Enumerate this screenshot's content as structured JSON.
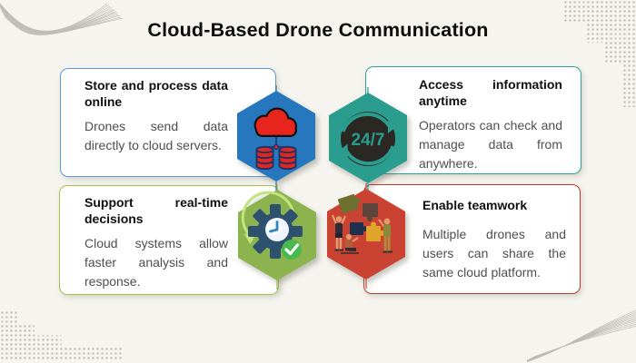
{
  "page": {
    "title": "Cloud-Based Drone Communication",
    "background": "#f5f4ee",
    "title_color": "#0d0d0d"
  },
  "text_colors": {
    "card_title": "#101010",
    "card_body": "#4f4f4f"
  },
  "cards": [
    {
      "title": "Store and process data online",
      "body": "Drones send data directly to cloud servers.",
      "icon": "cloud-database-icon",
      "colors": {
        "border": "#5b9bd1",
        "hex": "#2677bd",
        "accent": "#e8251d",
        "outline": "#14366b"
      }
    },
    {
      "title": "Access information anytime",
      "body": "Operators can check and manage data from anywhere.",
      "icon": "always-on-24-7-icon",
      "icon_text": "24/7",
      "colors": {
        "border": "#2fa093",
        "hex": "#2a9d8f",
        "accent": "#2a9d8f",
        "badge": "#2b2723"
      }
    },
    {
      "title": "Support real-time decisions",
      "body": "Cloud systems allow faster analysis and response.",
      "icon": "gear-clock-checkmark-icon",
      "colors": {
        "border": "#a4c14c",
        "hex": "#8cb44e",
        "gear": "#2f5170",
        "check": "#47b94e",
        "arrow": "#c4e37c"
      }
    },
    {
      "title": "Enable teamwork",
      "body": "Multiple drones and users can share the same cloud platform.",
      "icon": "teamwork-puzzle-icon",
      "colors": {
        "border": "#c0392b",
        "hex": "#c94232"
      }
    }
  ]
}
